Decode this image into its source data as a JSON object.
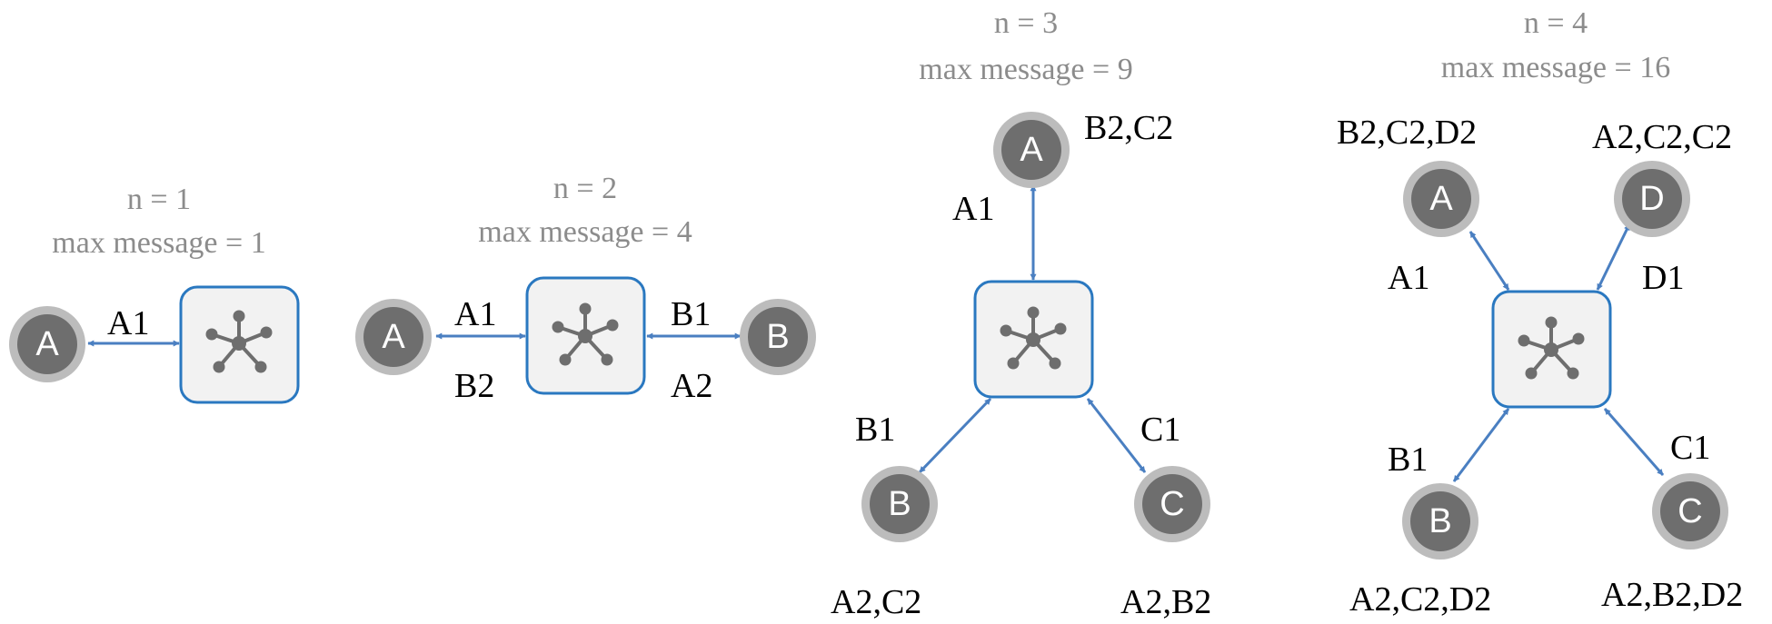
{
  "colors": {
    "caption": "#8c8c8c",
    "arrow": "#4a7fc1",
    "hub_border": "#2a78c0",
    "hub_fill": "#f2f2f2",
    "hub_icon": "#6e6e6e",
    "node_ring": "#bcbcbc",
    "node_fill": "#6e6e6e",
    "node_text": "#ffffff"
  },
  "icons": {
    "hub": "hub-network-icon"
  },
  "panels": [
    {
      "n_label": "n = 1",
      "max_label": "max message = 1",
      "nodes": [
        {
          "letter": "A",
          "send_label": "A1"
        }
      ]
    },
    {
      "n_label": "n = 2",
      "max_label": "max message = 4",
      "nodes": [
        {
          "letter": "A",
          "send_label": "A1",
          "recv_label": "B2"
        },
        {
          "letter": "B",
          "send_label": "B1",
          "recv_label": "A2"
        }
      ]
    },
    {
      "n_label": "n = 3",
      "max_label": "max message = 9",
      "nodes": [
        {
          "letter": "A",
          "send_label": "A1",
          "recv_label": "B2,C2"
        },
        {
          "letter": "B",
          "send_label": "B1",
          "recv_label": "A2,C2"
        },
        {
          "letter": "C",
          "send_label": "C1",
          "recv_label": "A2,B2"
        }
      ]
    },
    {
      "n_label": "n = 4",
      "max_label": "max message = 16",
      "nodes": [
        {
          "letter": "A",
          "send_label": "A1",
          "recv_label": "B2,C2,D2"
        },
        {
          "letter": "D",
          "send_label": "D1",
          "recv_label": "A2,C2,C2"
        },
        {
          "letter": "B",
          "send_label": "B1",
          "recv_label": "A2,C2,D2"
        },
        {
          "letter": "C",
          "send_label": "C1",
          "recv_label": "A2,B2,D2"
        }
      ]
    }
  ]
}
